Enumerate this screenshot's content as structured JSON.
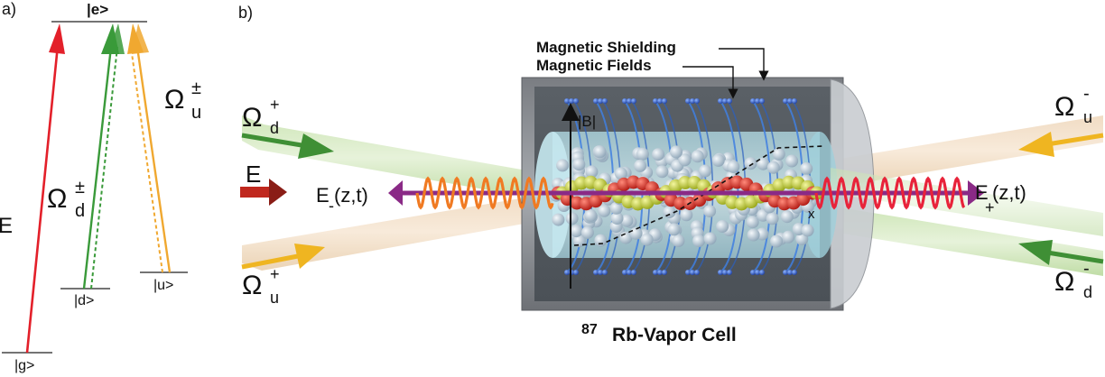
{
  "panel_a": {
    "panel_label": "a)",
    "levels": {
      "excited": "|e>",
      "ground": "|g>",
      "down": "|d>",
      "up": "|u>"
    },
    "field_E": "E",
    "omega_d": {
      "base": "Ω",
      "sup": "±",
      "sub": "d"
    },
    "omega_u": {
      "base": "Ω",
      "sup": "±",
      "sub": "u"
    },
    "colors": {
      "probe": "#e3202a",
      "d_beam": "#3a9a3a",
      "u_beam": "#f0a830"
    }
  },
  "panel_b": {
    "panel_label": "b)",
    "callouts": {
      "shielding": "Magnetic Shielding",
      "fields": "Magnetic Fields"
    },
    "b_label": "|B|",
    "cell_caption": {
      "sup": "87",
      "main": "Rb-Vapor Cell"
    },
    "input_field": "E",
    "e_minus": {
      "base": "E",
      "sub": "-",
      "arg": "(z,t)"
    },
    "e_plus": {
      "base": "E",
      "sub": "+",
      "arg": "(z,t)"
    },
    "beams": {
      "d_plus": {
        "base": "Ω",
        "sup": "+",
        "sub": "d"
      },
      "u_plus": {
        "base": "Ω",
        "sup": "+",
        "sub": "u"
      },
      "u_minus": {
        "base": "Ω",
        "sup": "-",
        "sub": "u"
      },
      "d_minus": {
        "base": "Ω",
        "sup": "-",
        "sub": "d"
      }
    },
    "x_mark": "x",
    "colors": {
      "green_beam": "#3f8f35",
      "orange_beam": "#efb521",
      "helix_red": "#e8233a",
      "helix_orange": "#f07a22",
      "axis_purple": "#8a2a86",
      "coil_blue": "#2f6fd0",
      "atom_red": "#d8261c",
      "atom_yellow": "#c7d32a",
      "atom_grey": "#b6c8d6"
    }
  }
}
